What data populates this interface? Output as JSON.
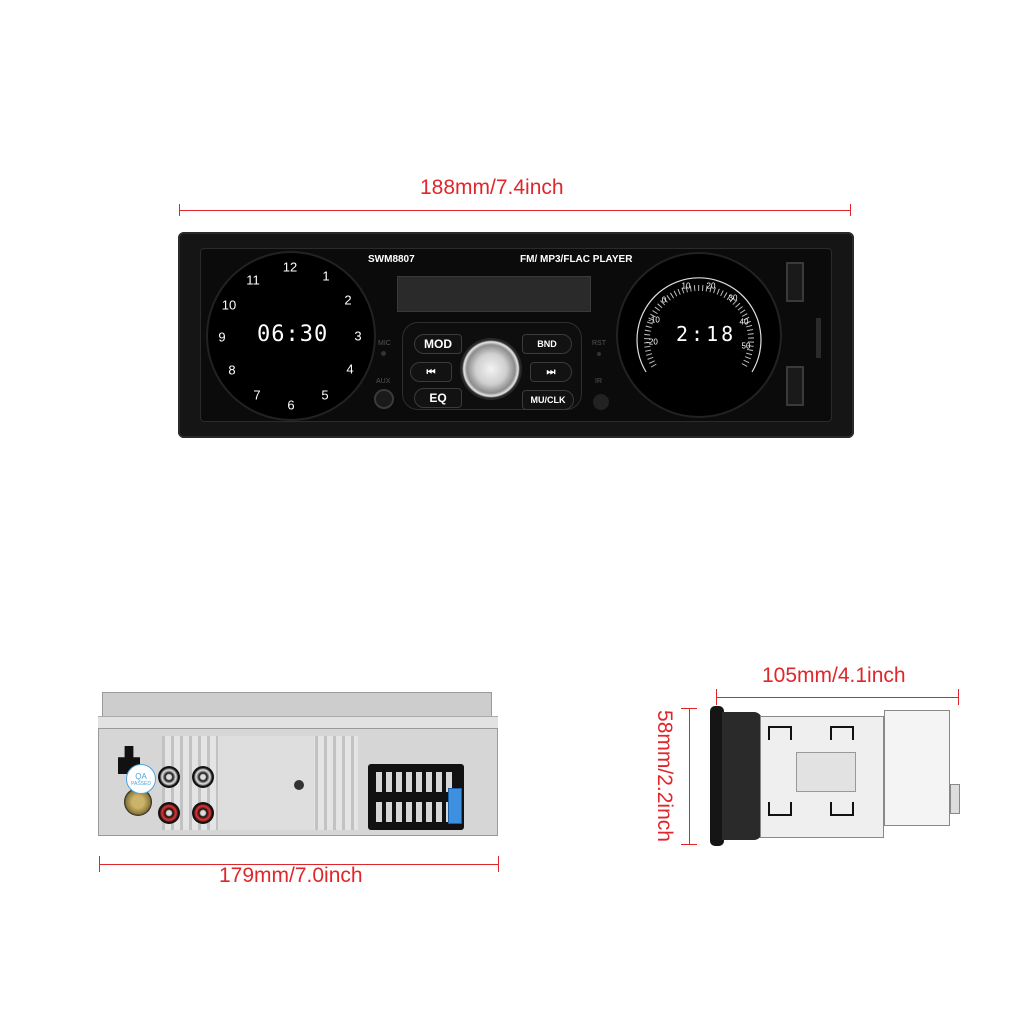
{
  "dimensions": {
    "front_width": "188mm/7.4inch",
    "rear_width": "179mm/7.0inch",
    "side_depth": "105mm/4.1inch",
    "side_height": "58mm/2.2inch"
  },
  "front_panel": {
    "model": "SWM8807",
    "player_label": "FM/ MP3/FLAC PLAYER",
    "clock_numbers": [
      "12",
      "1",
      "2",
      "3",
      "4",
      "5",
      "6",
      "7",
      "8",
      "9",
      "10",
      "11"
    ],
    "clock_time": "06:30",
    "right_display": "2:18",
    "gauge_numbers": [
      "-20",
      "-10",
      "0",
      "10",
      "20",
      "30",
      "40",
      "50"
    ],
    "mic_label": "MIC",
    "aux_label": "AUX",
    "rst_label": "RST",
    "ir_label": "IR",
    "buttons": {
      "mod": "MOD",
      "bnd": "BND",
      "prev": "⏮",
      "next": "⏭",
      "eq": "EQ",
      "mu_clk": "MU/CLK"
    }
  },
  "rear_panel": {
    "qa_sticker_line1": "QA",
    "qa_sticker_line2": "PASSED"
  },
  "colors": {
    "dimension_red": "#e0262b",
    "panel_black": "#0c0c0c",
    "bezel": "#1c1c1c"
  }
}
